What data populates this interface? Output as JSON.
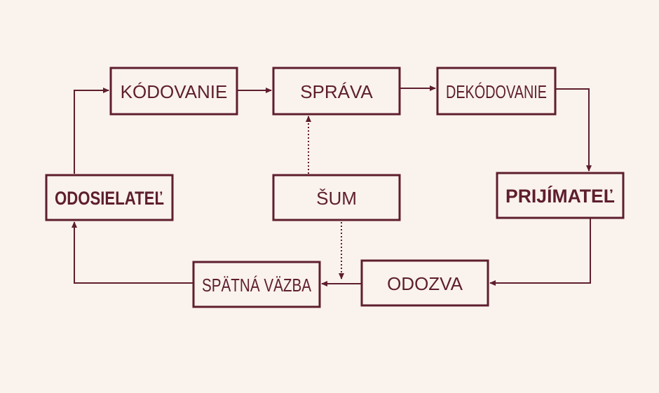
{
  "colors": {
    "background": "#faf2ed",
    "primary": "#5e1e2d"
  },
  "nodes": {
    "kodovanie": "KÓDOVANIE",
    "sprava": "SPRÁVA",
    "dekodovanie": "DEKÓDOVANIE",
    "odosielatel": "ODOSIELATEĽ",
    "sum": "ŠUM",
    "prijimatel": "PRIJÍMATEĽ",
    "spatna_vazba": "SPÄTNÁ VÄZBA",
    "odozva": "ODOZVA"
  },
  "connections": [
    {
      "from": "odosielatel",
      "to": "kodovanie",
      "style": "solid"
    },
    {
      "from": "kodovanie",
      "to": "sprava",
      "style": "solid"
    },
    {
      "from": "sprava",
      "to": "dekodovanie",
      "style": "solid"
    },
    {
      "from": "dekodovanie",
      "to": "prijimatel",
      "style": "solid"
    },
    {
      "from": "prijimatel",
      "to": "odozva",
      "style": "solid"
    },
    {
      "from": "odozva",
      "to": "spatna_vazba",
      "style": "solid"
    },
    {
      "from": "spatna_vazba",
      "to": "odosielatel",
      "style": "solid"
    },
    {
      "from": "sum",
      "to": "sprava",
      "style": "dotted"
    },
    {
      "from": "sum",
      "to": "spatna_vazba",
      "style": "dotted"
    }
  ]
}
